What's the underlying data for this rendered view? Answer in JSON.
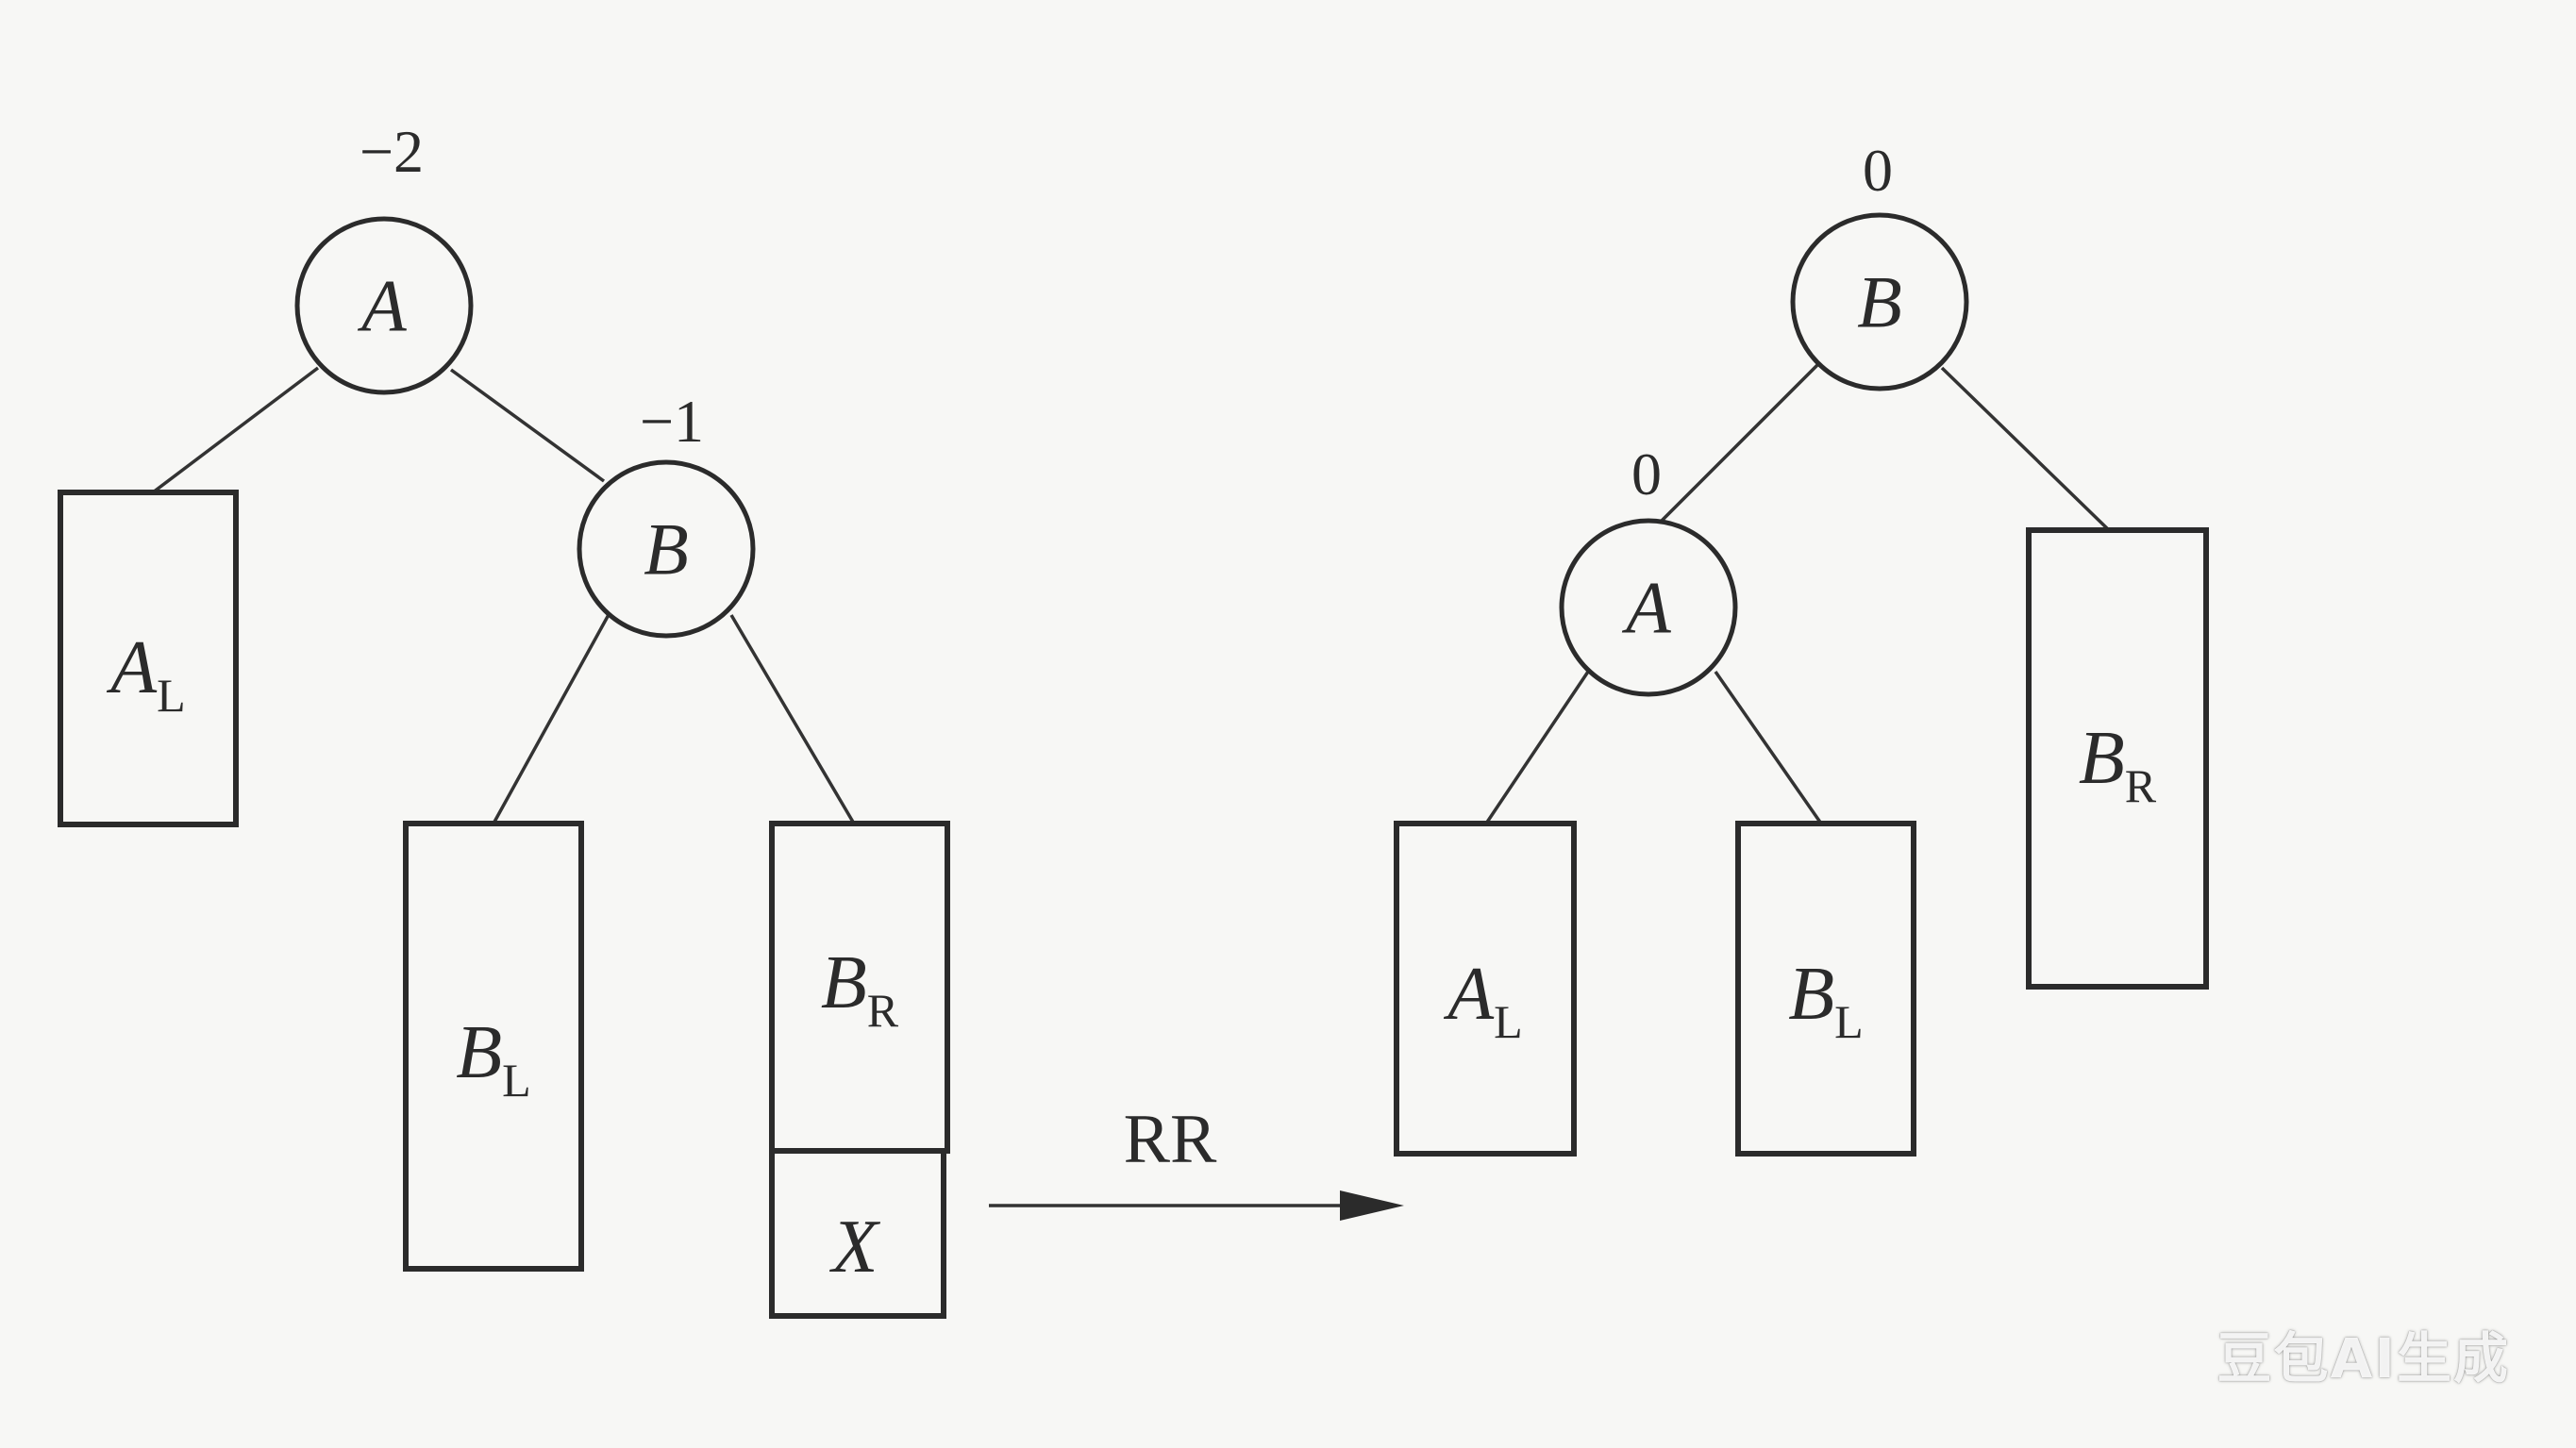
{
  "before": {
    "nodes": [
      {
        "id": "A",
        "label": "A",
        "balance": "−2"
      },
      {
        "id": "B",
        "label": "B",
        "balance": "−1"
      }
    ],
    "subtrees": [
      {
        "id": "AL",
        "main": "A",
        "sub": "L"
      },
      {
        "id": "BL",
        "main": "B",
        "sub": "L"
      },
      {
        "id": "BR",
        "main": "B",
        "sub": "R"
      },
      {
        "id": "X",
        "main": "X",
        "sub": ""
      }
    ]
  },
  "operation": {
    "label": "RR"
  },
  "after": {
    "nodes": [
      {
        "id": "B",
        "label": "B",
        "balance": "0"
      },
      {
        "id": "A",
        "label": "A",
        "balance": "0"
      }
    ],
    "subtrees": [
      {
        "id": "AL",
        "main": "A",
        "sub": "L"
      },
      {
        "id": "BL",
        "main": "B",
        "sub": "L"
      },
      {
        "id": "BR",
        "main": "B",
        "sub": "R"
      }
    ]
  },
  "watermark": "豆包AI生成"
}
